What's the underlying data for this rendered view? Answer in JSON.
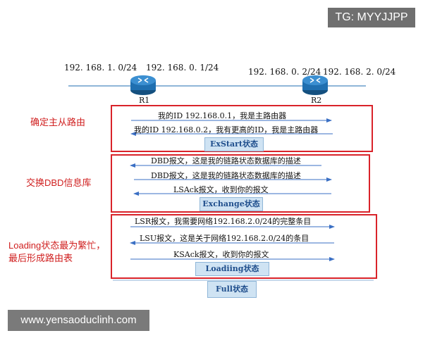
{
  "tag": "TG: MYYJJPP",
  "watermark": "www.yensaoduclinh.com",
  "network": {
    "r1_left_ip": "192. 168. 1. 0/24",
    "r1_right_ip": "192. 168. 0. 1/24",
    "r2_left_ip": "192. 168. 0. 2/24",
    "r2_right_ip": "192. 168. 2. 0/24",
    "r1_label": "R1",
    "r2_label": "R2"
  },
  "phases": [
    {
      "side_label": "确定主从路由",
      "messages": [
        "我的ID 192.168.0.1，我是主路由器",
        "我的ID 192.168.0.2，我有更高的ID，我是主路由器"
      ],
      "state": "ExStart状态"
    },
    {
      "side_label": "交换DBD信息库",
      "messages": [
        "DBD报文，这是我的链路状态数据库的描述",
        "DBD报文，这是我的链路状态数据库的描述",
        "LSAck报文，收到你的报文"
      ],
      "state": "Exchange状态"
    },
    {
      "side_label_line1": "Loading状态最为繁忙，",
      "side_label_line2": "最后形成路由表",
      "messages": [
        "LSR报文，我需要网络192.168.2.0/24的完整条目",
        "LSU报文，这是关于网络192.168.2.0/24的条目",
        "KSAck报文，收到你的报文"
      ],
      "state": "Loadiing状态"
    }
  ],
  "final_state": "Full状态",
  "colors": {
    "box_border": "#d9232a",
    "arrow": "#3a6fc4",
    "state_fill": "#cfe3f3",
    "router": "#1f6fb0"
  }
}
